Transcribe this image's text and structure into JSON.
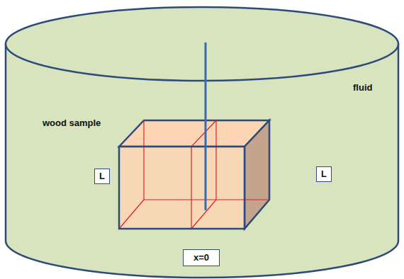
{
  "diagram": {
    "nodes": [
      {
        "text": [
          "L"
        ]
      },
      {
        "text": [
          "L"
        ]
      },
      {
        "text": [
          "x=0"
        ]
      }
    ],
    "labels": [
      "wood sample",
      "fluid"
    ]
  }
}
